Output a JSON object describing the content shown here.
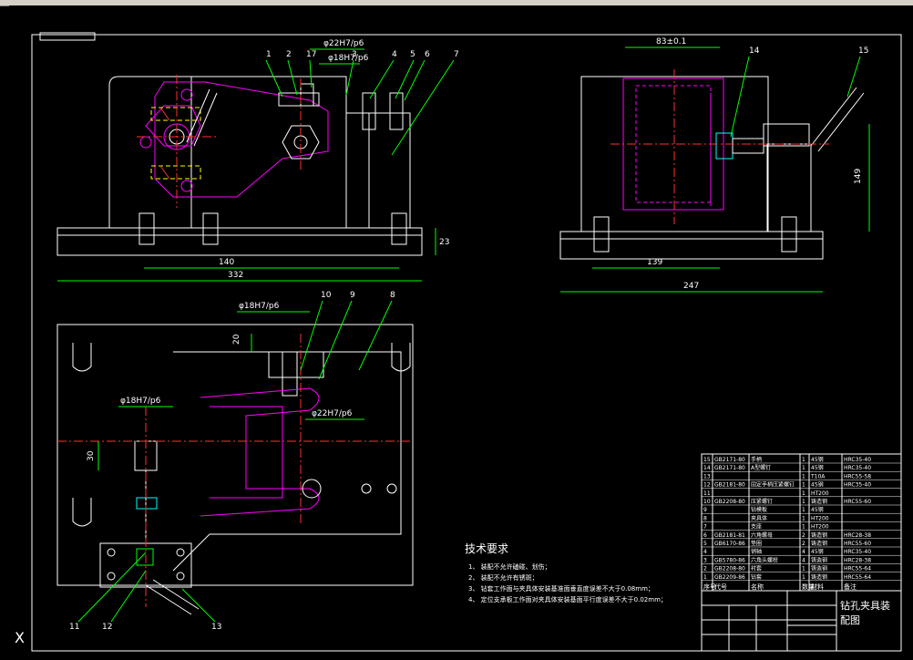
{
  "app": {
    "cursor_symbol": "X"
  },
  "colors": {
    "background": "#000000",
    "outline": "#ffffff",
    "dimension": "#00ff00",
    "purple": "#ff00ff",
    "yellow": "#ffff00",
    "red": "#ff3030",
    "cyan": "#00ffff"
  },
  "front_view": {
    "dims": {
      "d1": "φ22H7/p6",
      "d2": "φ18H7/p6",
      "d3": "140",
      "d4": "332",
      "d5": "23"
    },
    "balloons": [
      "1",
      "2",
      "17",
      "3",
      "4",
      "5",
      "6",
      "7"
    ]
  },
  "side_view": {
    "dims": {
      "d1": "83±0.1",
      "d2": "139",
      "d3": "247",
      "d4": "149"
    },
    "balloons": [
      "14",
      "15"
    ]
  },
  "top_view": {
    "dims": {
      "d1": "φ18H7/p6",
      "d2": "20",
      "d3": "φ22H7/p6",
      "d4": "φ18H7/p6",
      "d5": "30"
    },
    "balloons": [
      "10",
      "9",
      "8",
      "11",
      "12",
      "13"
    ]
  },
  "tech_req": {
    "title": "技术要求",
    "items": [
      "1、 装配不允许磕碰、划伤；",
      "2、 装配不允许有锈斑；",
      "3、 钻套工作面与夹具体安装基准面垂直度误差不大于0.08mm；",
      "4、 定位支承板工作面对夹具体安装基面平行度误差不大于0.02mm；"
    ]
  },
  "bom": {
    "rows": [
      [
        "15",
        "GB2171-80",
        "手柄",
        "1",
        "45钢",
        "HRC35-40"
      ],
      [
        "14",
        "GB2171-80",
        "A型螺钉",
        "1",
        "45钢",
        "HRC35-40"
      ],
      [
        "13",
        "",
        "",
        "1",
        "T10A",
        "HRC55-58"
      ],
      [
        "12",
        "GB2181-80",
        "固定手柄压紧螺钉",
        "1",
        "45钢",
        "HRC35-40"
      ],
      [
        "11",
        "",
        "",
        "1",
        "HT200",
        ""
      ],
      [
        "10",
        "GB2208-80",
        "压紧螺钉",
        "1",
        "铸造钢",
        "HRC55-60"
      ],
      [
        "9",
        "",
        "钻模板",
        "1",
        "45钢",
        ""
      ],
      [
        "8",
        "",
        "夹具体",
        "1",
        "HT200",
        ""
      ],
      [
        "7",
        "",
        "支座",
        "1",
        "HT200",
        ""
      ],
      [
        "6",
        "GB2181-81",
        "六角螺母",
        "2",
        "铸造钢",
        "HRC28-38"
      ],
      [
        "5",
        "GB6170-86",
        "垫圈",
        "2",
        "铸造钢",
        "HRC55-60"
      ],
      [
        "4",
        "",
        "销轴",
        "4",
        "45钢",
        "HRC35-40"
      ],
      [
        "3",
        "GB5780-86",
        "六角头螺栓",
        "4",
        "铸造钢",
        "HRC28-38"
      ],
      [
        "2",
        "GB2208-80",
        "衬套",
        "1",
        "铸造钢",
        "HRC55-64"
      ],
      [
        "1",
        "GB2209-86",
        "钻套",
        "1",
        "铸造钢",
        "HRC55-64"
      ]
    ],
    "header": [
      "序号",
      "代号",
      "名称",
      "数量",
      "材料",
      "备注"
    ]
  },
  "title_block": {
    "name_line1": "钻孔夹具装",
    "name_line2": "配图"
  }
}
